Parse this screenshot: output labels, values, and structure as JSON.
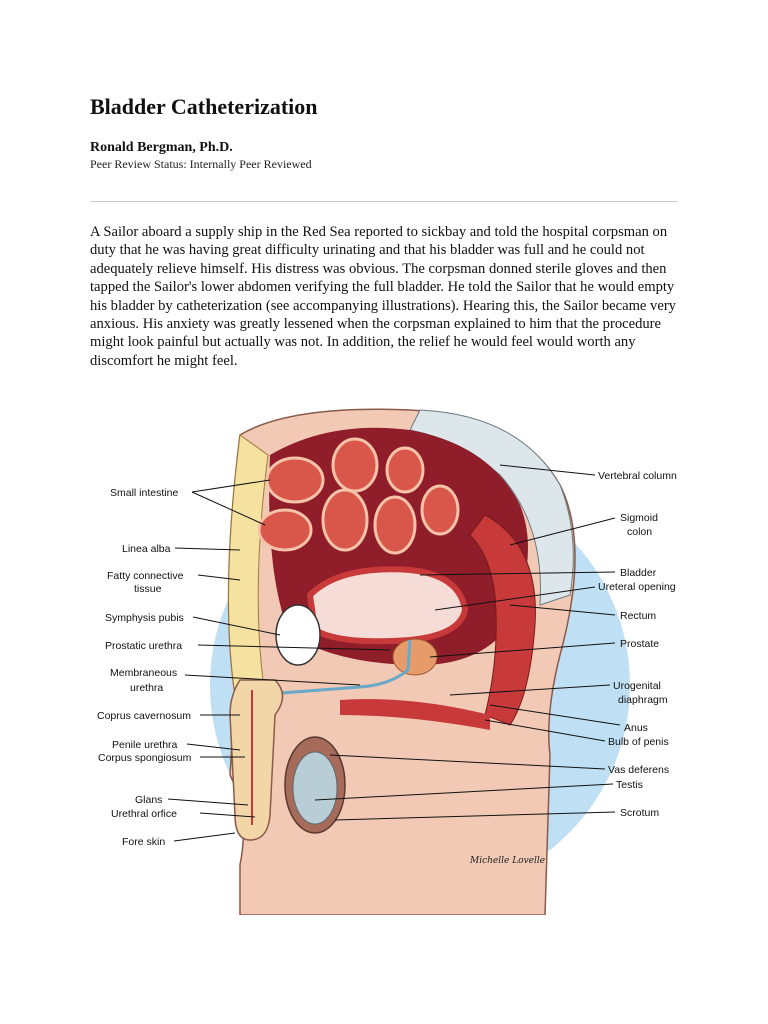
{
  "document": {
    "title": "Bladder Catheterization",
    "author": "Ronald Bergman, Ph.D.",
    "review_status": "Peer Review Status: Internally Peer Reviewed",
    "paragraph": "A Sailor aboard a supply ship in the Red Sea reported to sickbay and told the hospital corpsman on duty that he was having great difficulty urinating and that his bladder was full and he could not adequately relieve himself. His distress was obvious. The corpsman donned sterile gloves and then tapped the Sailor's lower abdomen verifying the full bladder. He told the Sailor that he would empty his bladder by catheterization (see accompanying illustrations). Hearing this, the Sailor became very anxious. His anxiety was greatly lessened when the corpsman explained to him that the procedure might look painful but actually was not. In addition, the relief he would feel would worth any discomfort he might feel."
  },
  "figure": {
    "labels_left": {
      "small_intestine": "Small intestine",
      "linea_alba": "Linea alba",
      "fatty_1": "Fatty connective",
      "fatty_2": "tissue",
      "symphysis_pubis": "Symphysis pubis",
      "prostatic_urethra": "Prostatic urethra",
      "membraneous_1": "Membraneous",
      "membraneous_2": "urethra",
      "coprus_cavernosum": "Coprus cavernosum",
      "penile_urethra": "Penile urethra",
      "corpus_spongiosum": "Corpus spongiosum",
      "glans": "Glans",
      "urethral_orfice": "Urethral orfice",
      "fore_skin": "Fore skin"
    },
    "labels_right": {
      "vertebral_column": "Vertebral column",
      "sigmoid_1": "Sigmoid",
      "sigmoid_2": "colon",
      "bladder": "Bladder",
      "ureteral_opening": "Ureteral opening",
      "rectum": "Rectum",
      "prostate": "Prostate",
      "urogenital_1": "Urogenital",
      "urogenital_2": "diaphragm",
      "anus": "Anus",
      "bulb_of_penis": "Bulb of penis",
      "vas_deferens": "Vas deferens",
      "testis": "Testis",
      "scrotum": "Scrotum"
    },
    "signature": "Michelle Lovelle",
    "colors": {
      "background_circle": "#bfe0f4",
      "skin": "#f1c9b4",
      "tissue_red": "#c83a3a",
      "dark_red": "#8f1d2a",
      "fat_yellow": "#f5e2a0",
      "bladder_fill": "#f6dcd6",
      "testis_blue": "#b9cdd6"
    }
  }
}
